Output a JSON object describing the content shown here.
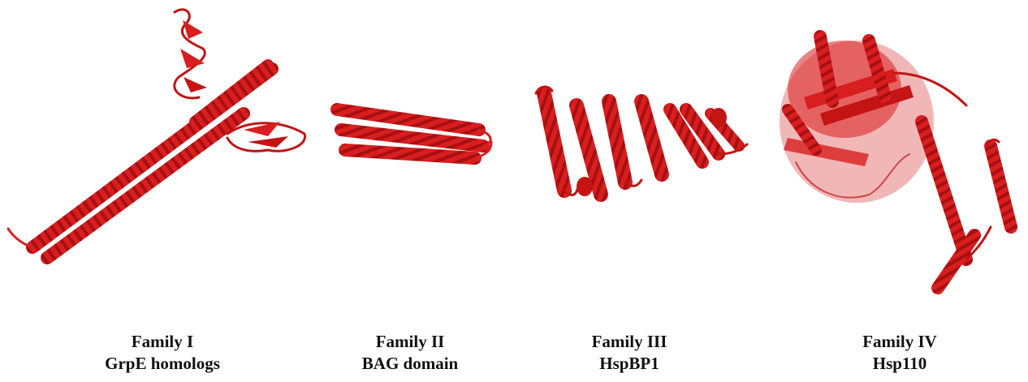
{
  "colors": {
    "ribbon": "#d81e1e",
    "ribbon_dark": "#a80f12",
    "ribbon_light": "#ee4a4a",
    "caption": "#111111"
  },
  "panels": [
    {
      "family": "Family I",
      "name": "GrpE homologs"
    },
    {
      "family": "Family II",
      "name": "BAG domain"
    },
    {
      "family": "Family III",
      "name": "HspBP1"
    },
    {
      "family": "Family IV",
      "name": "Hsp110"
    }
  ]
}
